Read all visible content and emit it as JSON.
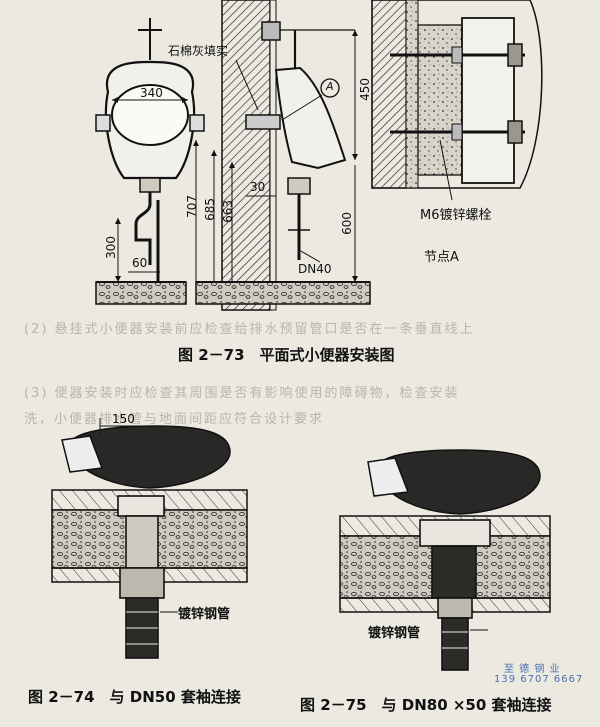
{
  "fig73": {
    "caption": "图 2－73　平面式小便器安装图",
    "label_asbestos": "石棉灰填实",
    "label_340": "340",
    "label_A": "A",
    "label_450": "450",
    "label_707": "707",
    "label_685": "685",
    "label_663": "663",
    "label_30": "30",
    "label_600": "600",
    "label_300": "300",
    "label_60": "60",
    "label_DN40": "DN40",
    "label_bolt": "M6镀锌螺栓",
    "label_node": "节点A"
  },
  "fig74": {
    "caption": "图 2－74　与 DN50 套袖连接",
    "label_150": "150",
    "label_pipe": "镀锌钢管"
  },
  "fig75": {
    "caption": "图 2－75　与 DN80 ×50 套袖连接",
    "label_pipe": "镀锌钢管"
  },
  "watermark": {
    "line1": "至 德 钢 业",
    "line2": "139 6707 6667"
  },
  "background_text": [
    "(2) 悬挂式小便器安装前应检查给排水预留管口是否在一条垂直线上",
    "(3) 便器安装时应检查其周围是否有影响使用的障碍物，检查安装",
    "洗，小便器排水管与地面间距应符合设计要求"
  ]
}
